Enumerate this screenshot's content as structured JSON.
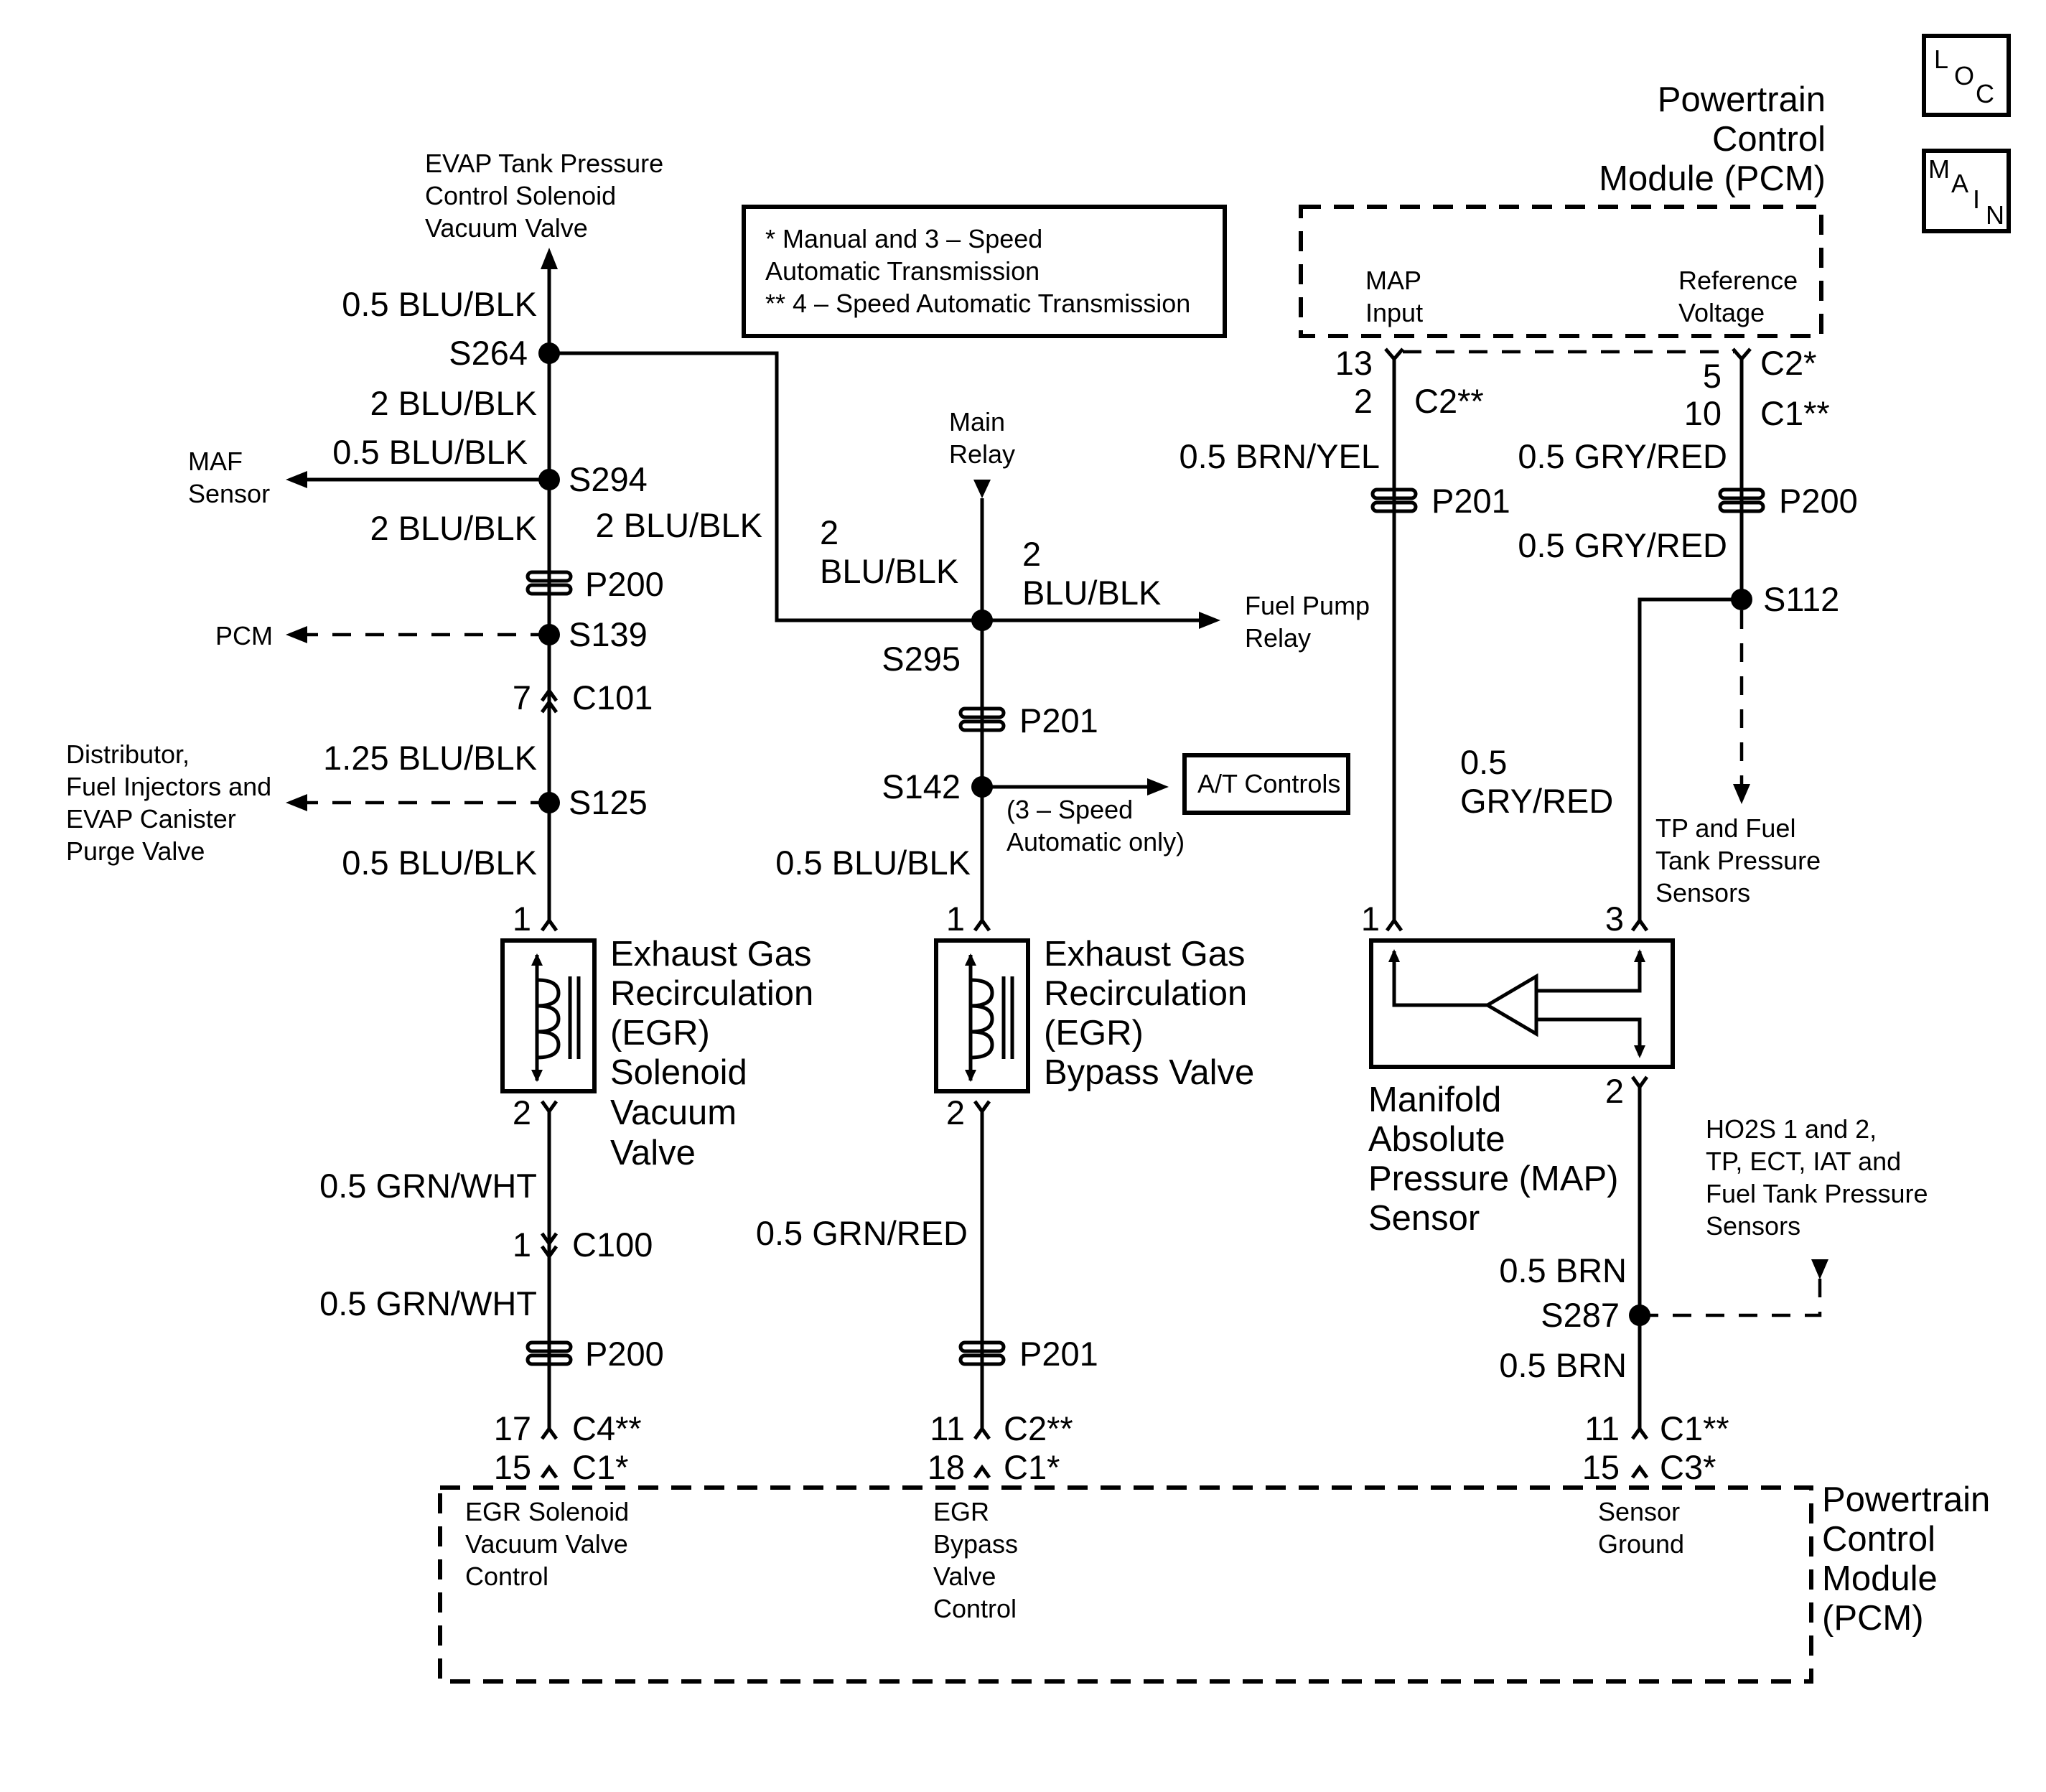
{
  "badges": {
    "loc": [
      "L",
      "O",
      "C"
    ],
    "main": [
      "M",
      "A",
      "I",
      "N"
    ]
  },
  "pcm_top": {
    "title": [
      "Powertrain",
      "Control",
      "Module (PCM)"
    ],
    "map_input": [
      "MAP",
      "Input"
    ],
    "ref_voltage": [
      "Reference",
      "Voltage"
    ]
  },
  "pcm_bottom": {
    "title": [
      "Powertrain",
      "Control",
      "Module",
      "(PCM)"
    ],
    "egr_sol": [
      "EGR Solenoid",
      "Vacuum Valve",
      "Control"
    ],
    "egr_bypass": [
      "EGR",
      "Bypass",
      "Valve",
      "Control"
    ],
    "sensor_ground": [
      "Sensor",
      "Ground"
    ]
  },
  "legend": [
    "* Manual and 3 – Speed",
    "Automatic Transmission",
    "** 4 – Speed Automatic Transmission"
  ],
  "destinations": {
    "evap": [
      "EVAP Tank Pressure",
      "Control Solenoid",
      "Vacuum Valve"
    ],
    "maf": [
      "MAF",
      "Sensor"
    ],
    "pcm": "PCM",
    "distributor": [
      "Distributor,",
      "Fuel Injectors and",
      "EVAP Canister",
      "Purge Valve"
    ],
    "main_relay": [
      "Main",
      "Relay"
    ],
    "fuel_pump": [
      "Fuel Pump",
      "Relay"
    ],
    "at_controls": "A/T Controls",
    "three_speed": [
      "(3 – Speed",
      "Automatic only)"
    ],
    "tp_fuel": [
      "TP and Fuel",
      "Tank Pressure",
      "Sensors"
    ],
    "ho2s": [
      "HO2S 1 and 2,",
      "TP, ECT, IAT and",
      "Fuel Tank Pressure",
      "Sensors"
    ]
  },
  "components": {
    "egr_solenoid": [
      "Exhaust Gas",
      "Recirculation",
      "(EGR)",
      "Solenoid",
      "Vacuum",
      "Valve"
    ],
    "egr_bypass": [
      "Exhaust Gas",
      "Recirculation",
      "(EGR)",
      "Bypass Valve"
    ],
    "map_sensor": [
      "Manifold",
      "Absolute",
      "Pressure (MAP)",
      "Sensor"
    ]
  },
  "wires": {
    "blu_blk_05": "0.5 BLU/BLK",
    "blu_blk_2": "2 BLU/BLK",
    "blu_blk_125": "1.25 BLU/BLK",
    "two": "2",
    "blu_blk": "BLU/BLK",
    "grn_wht": "0.5 GRN/WHT",
    "grn_red": "0.5 GRN/RED",
    "brn_yel": "0.5 BRN/YEL",
    "gry_red": "0.5 GRY/RED",
    "half": "0.5",
    "gry_red_short": "GRY/RED",
    "brn": "0.5 BRN"
  },
  "splices": {
    "s264": "S264",
    "s294": "S294",
    "s139": "S139",
    "s125": "S125",
    "s295": "S295",
    "s142": "S142",
    "s112": "S112",
    "s287": "S287"
  },
  "connectors": {
    "p200": "P200",
    "p201": "P201",
    "c101": "C101",
    "c100": "C100",
    "c2s": "C2*",
    "c1ss": "C1**",
    "c2ss": "C2**",
    "c4ss": "C4**",
    "c1s": "C1*",
    "c3s": "C3*"
  },
  "pins": {
    "p1": "1",
    "p2": "2",
    "p3": "3",
    "p5": "5",
    "p7": "7",
    "p10": "10",
    "p11": "11",
    "p13": "13",
    "p15": "15",
    "p17": "17",
    "p18": "18"
  }
}
